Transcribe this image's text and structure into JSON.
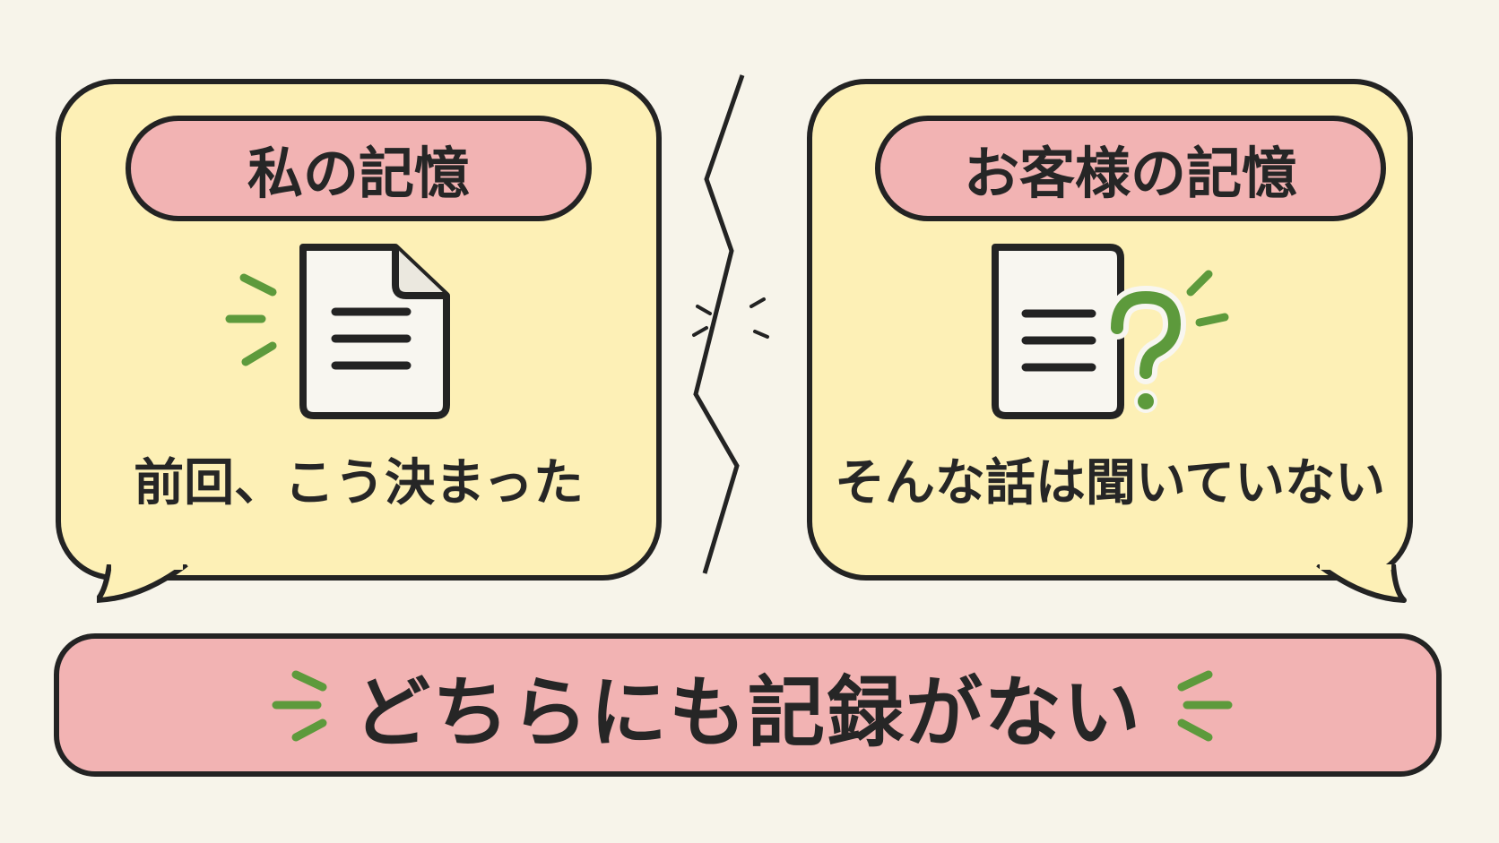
{
  "left_panel": {
    "title": "私の記憶",
    "caption": "前回、こう決まった",
    "icon": "document-icon"
  },
  "right_panel": {
    "title": "お客様の記憶",
    "caption": "そんな話は聞いていない",
    "icon": "document-question-icon"
  },
  "banner": {
    "text": "どちらにも記録がない"
  },
  "colors": {
    "background": "#f7f4ea",
    "bubble_fill": "#fdf0b6",
    "pill_fill": "#f2b3b3",
    "outline": "#232323",
    "accent_green": "#5d9a3c"
  }
}
